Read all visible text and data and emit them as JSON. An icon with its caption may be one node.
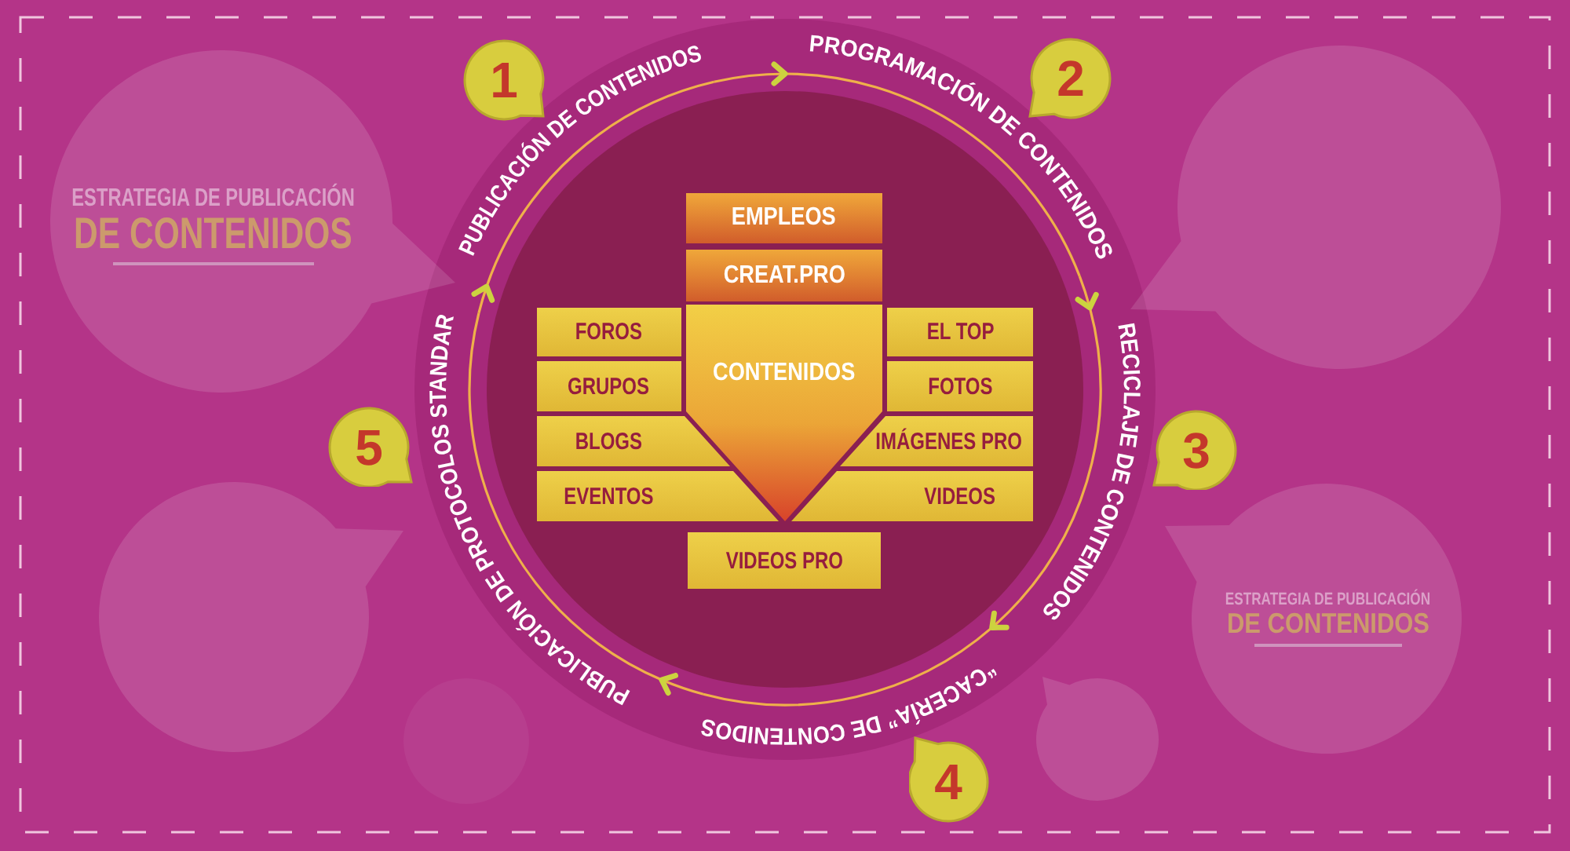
{
  "diagram": {
    "nodes": [
      {
        "text": [
          "ESTRATEGIA DE PUBLICACIÓN",
          "DE CONTENIDOS"
        ]
      },
      {
        "text": [
          "1"
        ]
      },
      {
        "text": [
          "PUBLICACIÓN DE CONTENIDOS"
        ]
      },
      {
        "text": [
          "PROGRAMACIÓN DE CONTENIDOS"
        ]
      },
      {
        "text": [
          "2"
        ]
      },
      {
        "text": [],
        "shape": "bubble"
      },
      {
        "text": [],
        "shape": "circle"
      },
      {
        "text": [
          "EMPLEOS"
        ],
        "in": 6
      },
      {
        "text": [
          "CREAT.PRO"
        ],
        "in": 6
      },
      {
        "text": [
          "FOROS"
        ],
        "in": 6
      },
      {
        "text": [
          "CONTENIDOS"
        ],
        "in": 6
      },
      {
        "text": [
          "EL TOP"
        ],
        "in": 6
      },
      {
        "text": [
          "GRUPOS"
        ],
        "in": 6
      },
      {
        "text": [
          "FOTOS"
        ],
        "in": 6
      },
      {
        "text": [
          "BLOGS"
        ],
        "in": 6
      },
      {
        "text": [
          "IMÁGENES PRO"
        ],
        "in": 6
      },
      {
        "text": [
          "EVENTOS"
        ],
        "in": 6
      },
      {
        "text": [
          "VIDEOS"
        ],
        "in": 6
      },
      {
        "text": [
          "VIDEOS PRO"
        ],
        "in": 6
      },
      {
        "text": [
          "RECICLAJE DE CONTENIDOS"
        ]
      },
      {
        "text": [
          "3"
        ]
      },
      {
        "text": [
          "5"
        ]
      },
      {
        "text": [
          "PUBLICACIÓN DE PROTOCOLOS STANDAR"
        ]
      },
      {
        "text": [],
        "shape": "bubble"
      },
      {
        "text": [
          "ESTRATEGIA DE PUBLICACIÓN",
          "DE CONTENIDOS"
        ]
      },
      {
        "text": [
          "“CACERÍA” DE CONTENIDOS"
        ]
      },
      {
        "text": [],
        "shape": "circle"
      },
      {
        "text": [],
        "shape": "bubble"
      },
      {
        "text": [
          "4"
        ]
      }
    ],
    "edges": [
      {
        "from": 2,
        "to": 3,
        "arrow": "to"
      },
      {
        "from": 3,
        "to": 19,
        "arrow": "to"
      },
      {
        "from": 19,
        "to": 25,
        "arrow": "to"
      },
      {
        "from": 25,
        "to": 22,
        "arrow": "to"
      },
      {
        "from": 22,
        "to": 2,
        "arrow": "to"
      }
    ]
  }
}
